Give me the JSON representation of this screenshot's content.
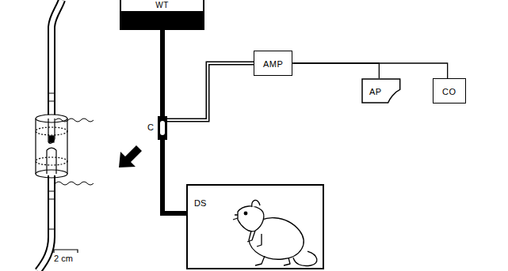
{
  "diagram": {
    "nodes": [
      {
        "text": [
          "WT"
        ]
      },
      {
        "text": [
          "C"
        ]
      },
      {
        "text": [
          "AMP"
        ]
      },
      {
        "text": [
          "AP"
        ]
      },
      {
        "text": [
          "CO"
        ]
      }
    ],
    "edges": [
      {
        "from": 0,
        "to": 1,
        "arrow": "none"
      },
      {
        "from": 1,
        "to": 2,
        "arrow": "none"
      },
      {
        "from": 2,
        "to": 3,
        "arrow": "none"
      },
      {
        "from": 2,
        "to": 4,
        "arrow": "none"
      }
    ],
    "labels": [
      "DS",
      "2 cm"
    ]
  }
}
